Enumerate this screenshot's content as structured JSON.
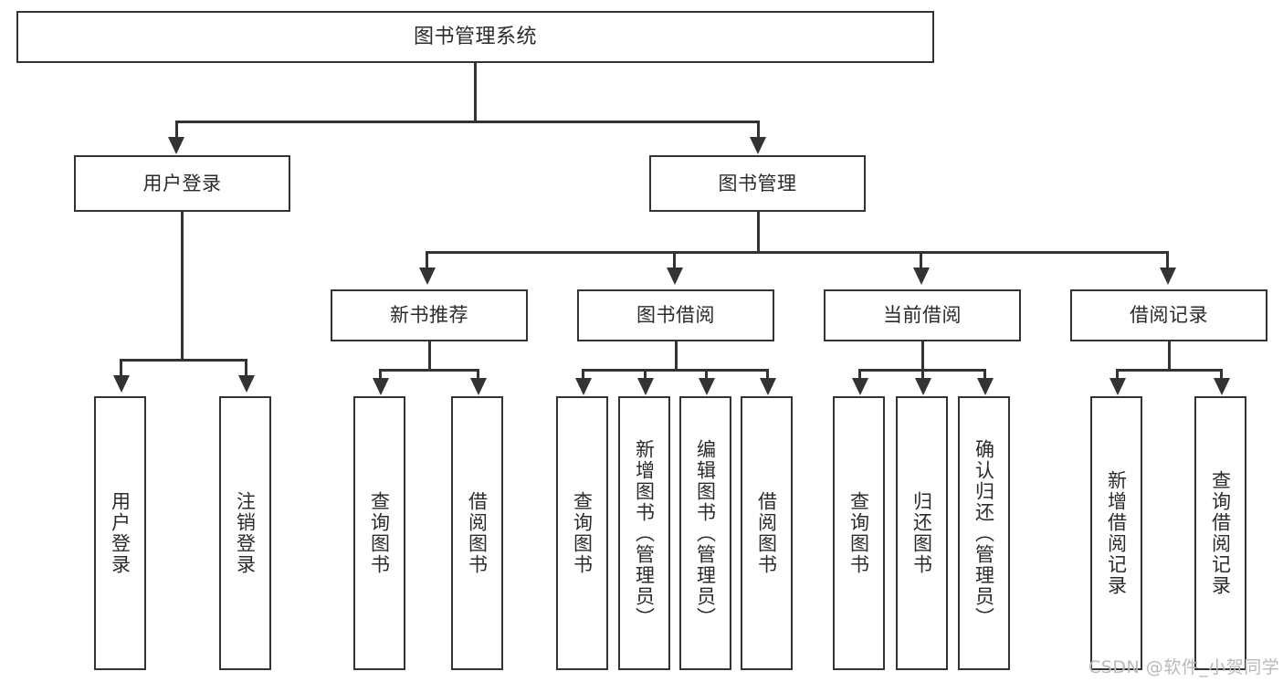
{
  "diagram": {
    "type": "tree-hierarchy",
    "title": "图书管理系统",
    "watermark": "CSDN @软件_小贺同学",
    "colors": {
      "box_border": "#333333",
      "box_fill": "#ffffff",
      "connector": "#333333",
      "text": "#2b2b2b",
      "watermark": "#b9b9b9",
      "background": "#ffffff"
    },
    "nodes": {
      "root": {
        "label": "图书管理系统"
      },
      "level2": [
        {
          "id": "user-login",
          "label": "用户登录"
        },
        {
          "id": "book-manage",
          "label": "图书管理"
        }
      ],
      "level3": [
        {
          "id": "new-book-recommend",
          "label": "新书推荐"
        },
        {
          "id": "book-borrow",
          "label": "图书借阅"
        },
        {
          "id": "current-borrow",
          "label": "当前借阅"
        },
        {
          "id": "borrow-record",
          "label": "借阅记录"
        }
      ],
      "leaves": {
        "user-login": [
          {
            "id": "leaf-user-login",
            "label": "用户登录"
          },
          {
            "id": "leaf-logout-login",
            "label": "注销登录"
          }
        ],
        "new-book-recommend": [
          {
            "id": "leaf-query-book-1",
            "label": "查询图书"
          },
          {
            "id": "leaf-borrow-book-1",
            "label": "借阅图书"
          }
        ],
        "book-borrow": [
          {
            "id": "leaf-query-book-2",
            "label": "查询图书"
          },
          {
            "id": "leaf-add-book",
            "label": "新增图书（管理员）"
          },
          {
            "id": "leaf-edit-book",
            "label": "编辑图书（管理员）"
          },
          {
            "id": "leaf-borrow-book-2",
            "label": "借阅图书"
          }
        ],
        "current-borrow": [
          {
            "id": "leaf-query-book-3",
            "label": "查询图书"
          },
          {
            "id": "leaf-return-book",
            "label": "归还图书"
          },
          {
            "id": "leaf-confirm-return",
            "label": "确认归还（管理员）"
          }
        ],
        "borrow-record": [
          {
            "id": "leaf-add-record",
            "label": "新增借阅记录"
          },
          {
            "id": "leaf-query-record",
            "label": "查询借阅记录"
          }
        ]
      }
    }
  }
}
